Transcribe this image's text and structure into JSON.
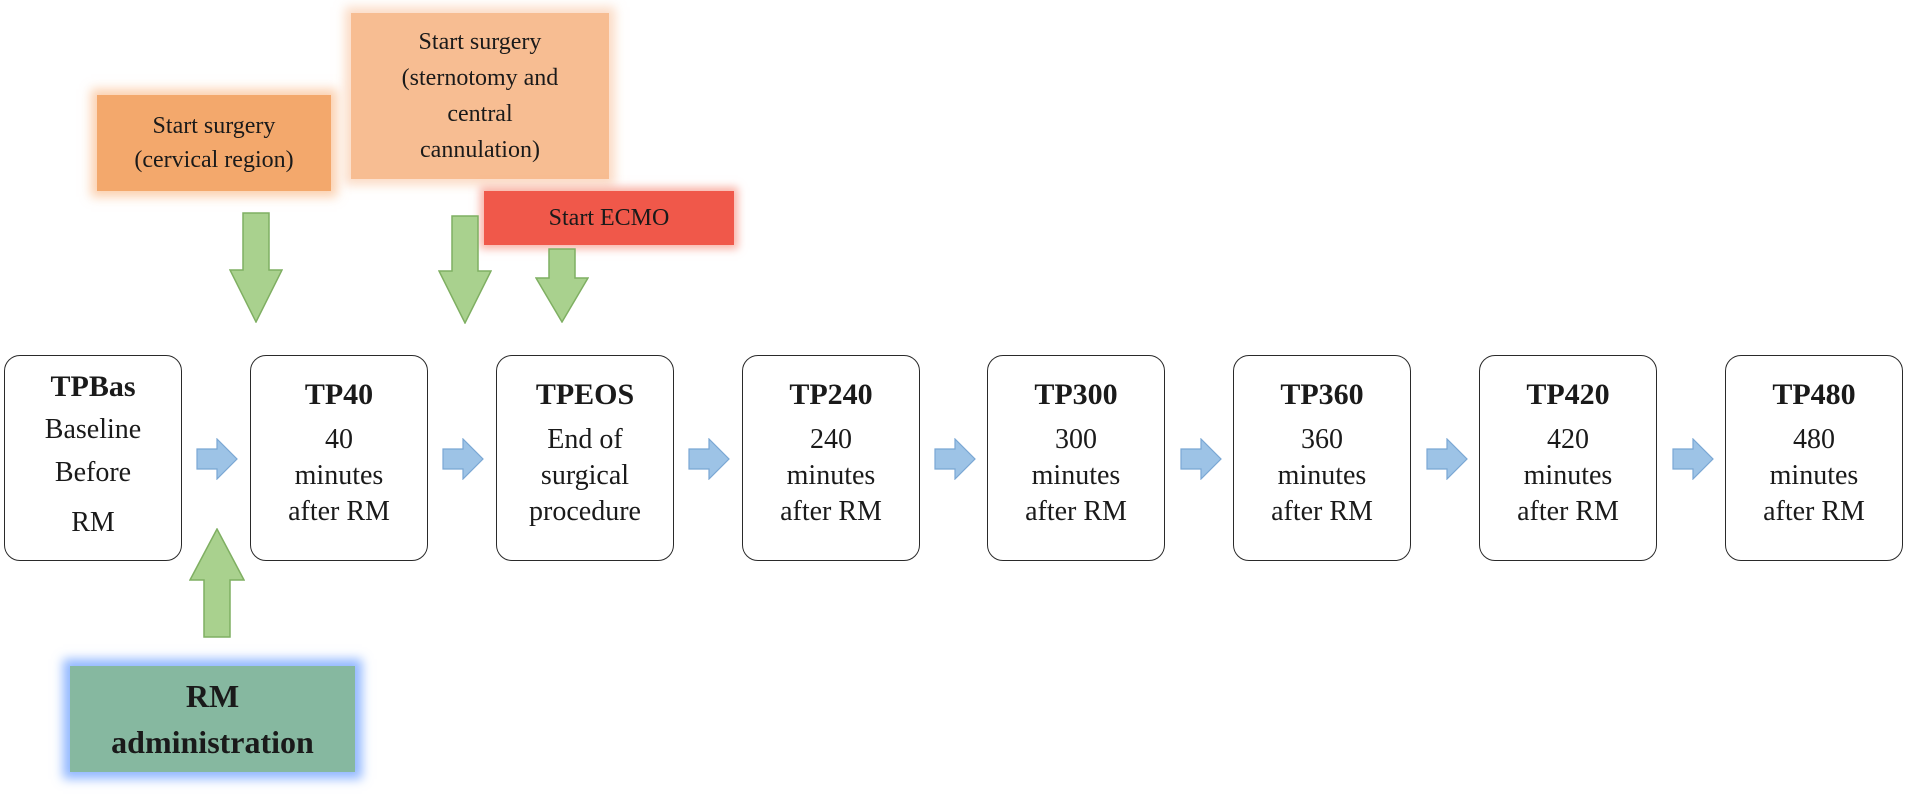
{
  "timepoints": [
    {
      "code": "TPBas",
      "line1": "Baseline",
      "desc": "Before\nRM"
    },
    {
      "code": "TP40",
      "desc": "40\nminutes\nafter RM"
    },
    {
      "code": "TPEOS",
      "desc": "End of\nsurgical\nprocedure"
    },
    {
      "code": "TP240",
      "desc": "240\nminutes\nafter RM"
    },
    {
      "code": "TP300",
      "desc": "300\nminutes\nafter RM"
    },
    {
      "code": "TP360",
      "desc": "360\nminutes\nafter RM"
    },
    {
      "code": "TP420",
      "desc": "420\nminutes\nafter RM"
    },
    {
      "code": "TP480",
      "desc": "480\nminutes\nafter RM"
    }
  ],
  "events": {
    "cervical": "Start surgery\n(cervical region)",
    "sternotomy": "Start surgery\n(sternotomy and\ncentral\ncannulation)",
    "ecmo": "Start ECMO",
    "rm": "RM\nadministration"
  },
  "colors": {
    "cervical": "#f3a86c",
    "sternotomy": "#f7bd92",
    "ecmo": "#f0584a",
    "rm": "#86b8a0",
    "green_arrow": "#a9d18e",
    "blue_arrow": "#9dc3e6"
  }
}
